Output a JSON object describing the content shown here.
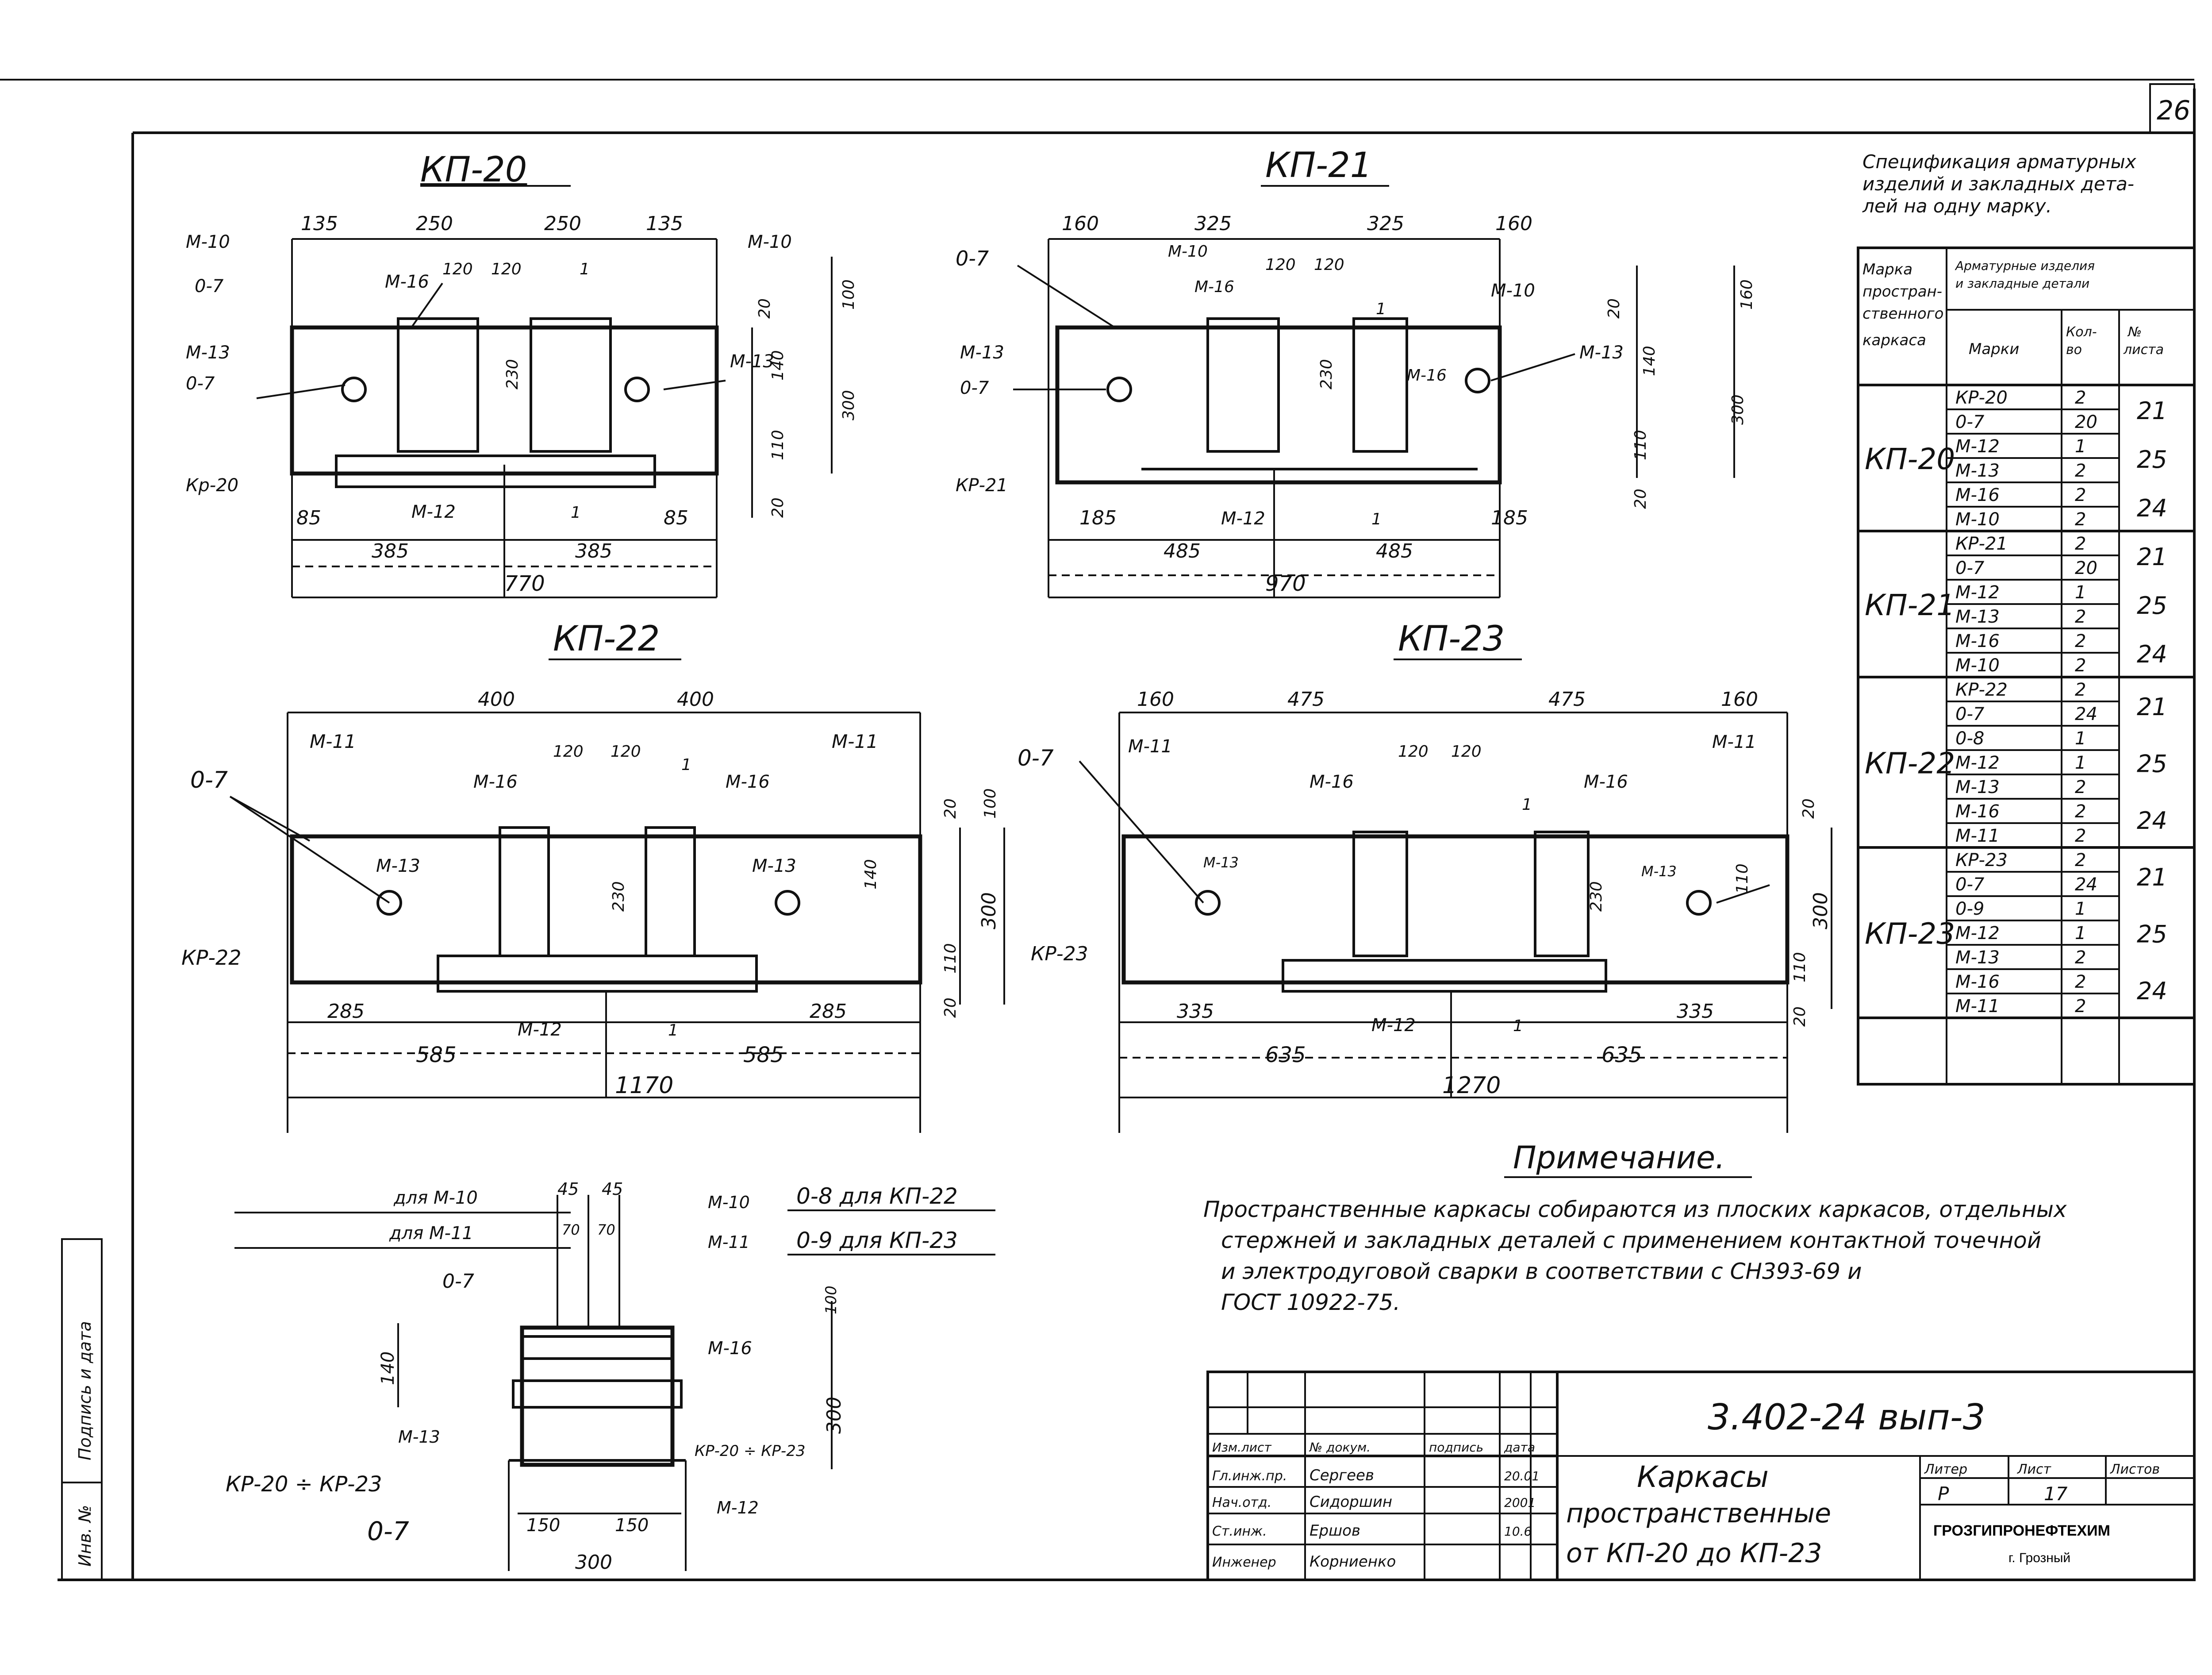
{
  "sheet": {
    "number": "26"
  },
  "titles": {
    "kp20": "КП-20",
    "kp21": "КП-21",
    "kp22": "КП-22",
    "kp23": "КП-23"
  },
  "kp20": {
    "dims_top": [
      "135",
      "250",
      "250",
      "135"
    ],
    "dims_bottom": [
      "85",
      "385",
      "385",
      "85"
    ],
    "total": "770",
    "labels": [
      "М-10",
      "М-10",
      "0-7",
      "М-16",
      "М-13",
      "М-13",
      "0-7",
      "Кр-20",
      "М-12"
    ],
    "small": [
      "120",
      "120",
      "1",
      "230",
      "20",
      "100",
      "140",
      "300",
      "110",
      "20",
      "1"
    ]
  },
  "kp21": {
    "dims_top": [
      "160",
      "325",
      "325",
      "160"
    ],
    "dims_bottom": [
      "185",
      "485",
      "485",
      "185"
    ],
    "total": "970",
    "labels": [
      "0-7",
      "М-10",
      "М-16",
      "М-10",
      "М-13",
      "0-7",
      "М-13",
      "М-16",
      "КР-21",
      "М-12"
    ],
    "small": [
      "120",
      "120",
      "1",
      "230",
      "20",
      "160",
      "140",
      "300",
      "110",
      "20",
      "1"
    ]
  },
  "kp22": {
    "dims_top": [
      "400",
      "400"
    ],
    "dims_bottom": [
      "285",
      "585",
      "585",
      "285"
    ],
    "total": "1170",
    "labels": [
      "М-11",
      "М-11",
      "0-7",
      "М-16",
      "М-16",
      "М-13",
      "М-13",
      "КР-22",
      "М-12"
    ],
    "small": [
      "120",
      "120",
      "1",
      "230",
      "20",
      "100",
      "140",
      "300",
      "110",
      "20",
      "1"
    ]
  },
  "kp23": {
    "dims_top": [
      "160",
      "475",
      "475",
      "160"
    ],
    "dims_bottom": [
      "335",
      "635",
      "635",
      "335"
    ],
    "total": "1270",
    "labels": [
      "0-7",
      "М-11",
      "М-16",
      "М-16",
      "М-11",
      "М-13",
      "М-13",
      "КР-23",
      "М-12"
    ],
    "small": [
      "120",
      "120",
      "1",
      "230",
      "20",
      "110",
      "300",
      "110",
      "20",
      "1"
    ]
  },
  "section": {
    "labels": [
      "для М-10",
      "для М-11",
      "45",
      "45",
      "70",
      "70",
      "М-10",
      "М-11",
      "0-7",
      "М-16",
      "М-13",
      "КР-20 ÷ КР-23",
      "КР-20 ÷ КР-23",
      "М-12",
      "0-7",
      "150",
      "150",
      "300",
      "140",
      "300",
      "100"
    ],
    "notes": [
      "0-8 для КП-22",
      "0-9 для КП-23"
    ]
  },
  "spec": {
    "title": "Спецификация арматурных изделий и закладных деталей на одну марку.",
    "headers": [
      "Марка пространственного каркаса",
      "Арматурные изделия и закладные детали",
      "Марки",
      "Количество",
      "№ листа"
    ],
    "groups": [
      {
        "name": "КП-20",
        "rows": [
          [
            "КР-20",
            "2"
          ],
          [
            "0-7",
            "20"
          ],
          [
            "М-12",
            "1"
          ],
          [
            "М-13",
            "2"
          ],
          [
            "М-16",
            "2"
          ],
          [
            "М-10",
            "2"
          ]
        ],
        "sheets": [
          "21",
          "25",
          "24"
        ]
      },
      {
        "name": "КП-21",
        "rows": [
          [
            "КР-21",
            "2"
          ],
          [
            "0-7",
            "20"
          ],
          [
            "М-12",
            "1"
          ],
          [
            "М-13",
            "2"
          ],
          [
            "М-16",
            "2"
          ],
          [
            "М-10",
            "2"
          ]
        ],
        "sheets": [
          "21",
          "25",
          "24"
        ]
      },
      {
        "name": "КП-22",
        "rows": [
          [
            "КР-22",
            "2"
          ],
          [
            "0-7",
            "24"
          ],
          [
            "0-8",
            "1"
          ],
          [
            "М-12",
            "1"
          ],
          [
            "М-13",
            "2"
          ],
          [
            "М-16",
            "2"
          ],
          [
            "М-11",
            "2"
          ]
        ],
        "sheets": [
          "21",
          "25",
          "24"
        ]
      },
      {
        "name": "КП-23",
        "rows": [
          [
            "КР-23",
            "2"
          ],
          [
            "0-7",
            "24"
          ],
          [
            "0-9",
            "1"
          ],
          [
            "М-12",
            "1"
          ],
          [
            "М-13",
            "2"
          ],
          [
            "М-16",
            "2"
          ],
          [
            "М-11",
            "2"
          ]
        ],
        "sheets": [
          "21",
          "25",
          "24"
        ]
      }
    ]
  },
  "note": {
    "title": "Примечание.",
    "lines": [
      "Пространственные каркасы собираются из плоских каркасов, отдельных",
      "стержней и закладных деталей с применением контактной точечной",
      "и электродуговой сварки в соответствии с СН393-69 и",
      "ГОСТ 10922-75."
    ]
  },
  "stamp": {
    "code": "3.402-24 вып-3",
    "title_lines": [
      "Каркасы",
      "пространственные",
      "от КП-20 до КП-23"
    ],
    "col_headers": [
      "Изм.лист",
      "№ докум.",
      "подпись",
      "дата"
    ],
    "rows": [
      [
        "Гл.инж.пр.",
        "Сергеев"
      ],
      [
        "Нач.отд.",
        "Сидоршин"
      ],
      [
        "Ст.инж.",
        "Ершов"
      ],
      [
        "Инженер",
        "Корниенко"
      ]
    ],
    "dates": [
      "20.01",
      "2001",
      "10.6",
      ""
    ],
    "lit_headers": [
      "Литер",
      "Лист",
      "Листов"
    ],
    "lit_values": [
      "Р",
      "17",
      ""
    ],
    "org": "ГРОЗГИПРОНЕФТЕХИМ",
    "city": "г. Грозный"
  },
  "margin": {
    "label1": "Подпись и дата",
    "label2": "Инв. №"
  }
}
